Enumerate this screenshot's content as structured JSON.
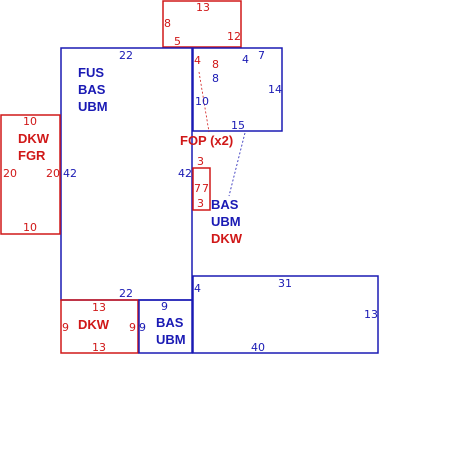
{
  "colors": {
    "red": "#d01818",
    "blue": "#1a1ab4"
  },
  "rooms": {
    "main": {
      "labels": [
        "FUS",
        "BAS",
        "UBM"
      ],
      "dims": [
        "22",
        "42",
        "42",
        "22"
      ]
    },
    "top_red": {
      "dims": [
        "13",
        "8",
        "12",
        "5",
        "4",
        "8"
      ]
    },
    "top_right_blue": {
      "dims": [
        "4",
        "7",
        "8",
        "14",
        "10",
        "15"
      ]
    },
    "left_red": {
      "labels": [
        "DKW",
        "FGR"
      ],
      "dims": [
        "10",
        "20",
        "20",
        "10"
      ]
    },
    "fop": {
      "label": "FOP (x2)",
      "dims": [
        "3",
        "7",
        "7",
        "3"
      ]
    },
    "mid_labels": [
      "BAS",
      "UBM",
      "DKW"
    ],
    "bottom_red": {
      "label": "DKW",
      "dims": [
        "13",
        "9",
        "9",
        "13"
      ]
    },
    "bottom_blue": {
      "labels": [
        "BAS",
        "UBM"
      ],
      "dims": [
        "9",
        "9"
      ]
    },
    "bottom_right_blue": {
      "dims": [
        "4",
        "31",
        "13",
        "40"
      ]
    }
  }
}
